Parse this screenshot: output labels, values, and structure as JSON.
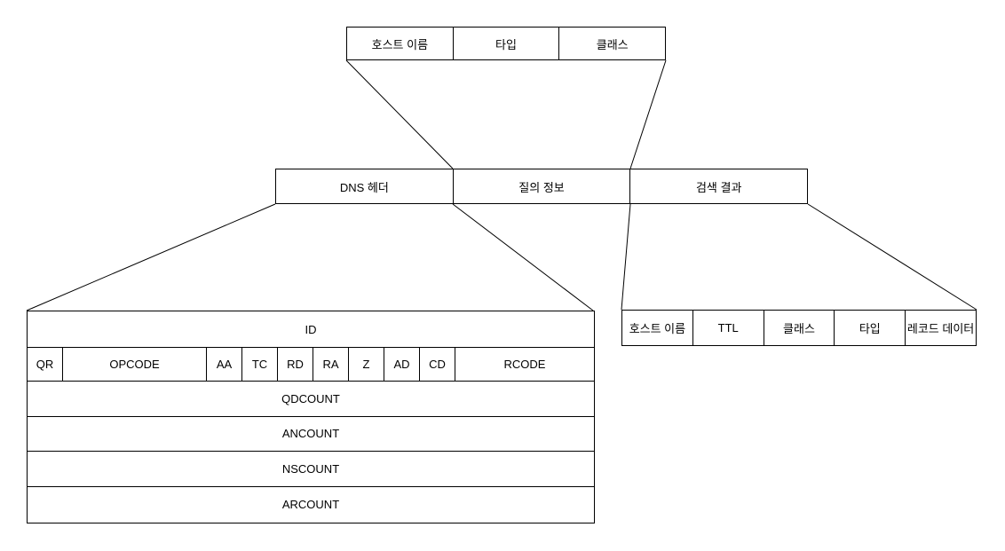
{
  "colors": {
    "line": "#000000",
    "background": "#ffffff",
    "text": "#000000"
  },
  "question_box": {
    "cells": [
      "호스트 이름",
      "타입",
      "클래스"
    ]
  },
  "message_box": {
    "cells": [
      "DNS 헤더",
      "질의 정보",
      "검색 결과"
    ]
  },
  "header_table": {
    "id_row": "ID",
    "flags_row": [
      "QR",
      "OPCODE",
      "AA",
      "TC",
      "RD",
      "RA",
      "Z",
      "AD",
      "CD",
      "RCODE"
    ],
    "count_rows": [
      "QDCOUNT",
      "ANCOUNT",
      "NSCOUNT",
      "ARCOUNT"
    ]
  },
  "record_table": {
    "cells": [
      "호스트 이름",
      "TTL",
      "클래스",
      "타입",
      "레코드 데이터"
    ]
  }
}
